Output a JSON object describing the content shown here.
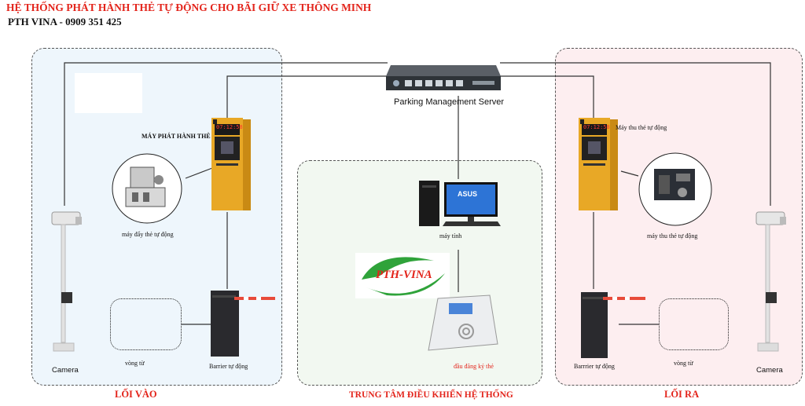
{
  "header": {
    "title": "HỆ THỐNG PHÁT HÀNH THẺ TỰ ĐỘNG CHO BÃI GIỮ XE THÔNG MINH",
    "contact": "PTH VINA - 0909 351 425"
  },
  "server": {
    "label": "Parking Management Server"
  },
  "entry": {
    "zone_label": "LỐI VÀO",
    "dispenser_label": "MÁY PHÁT HÀNH THẺ",
    "mechanism_label": "máy đẩy thẻ tự động",
    "barrier_label": "Barrier tự động",
    "loop_label": "vòng từ",
    "camera_label": "Camera",
    "display_time": "07:12:58"
  },
  "center": {
    "zone_label": "TRUNG TÂM ĐIỀU KHIỂN HỆ THỐNG",
    "computer_label": "máy tính",
    "reader_label": "đầu đăng ký thẻ",
    "logo_text": "PTH-VINA",
    "monitor_brand": "ASUS"
  },
  "exit": {
    "zone_label": "LỐI RA",
    "collector_label": "Máy thu thẻ tự động",
    "mechanism_label": "máy thu thẻ tự động",
    "barrier_label": "Barrrier tự động",
    "loop_label": "vòng từ",
    "camera_label": "Camera",
    "display_time": "07:12:58"
  },
  "colors": {
    "title_red": "#e3241b",
    "entry_bg": "#eef6fc",
    "center_bg": "#f2f8f1",
    "exit_bg": "#fdeef0",
    "kiosk_yellow": "#e8a826",
    "logo_green": "#2fa33a"
  }
}
